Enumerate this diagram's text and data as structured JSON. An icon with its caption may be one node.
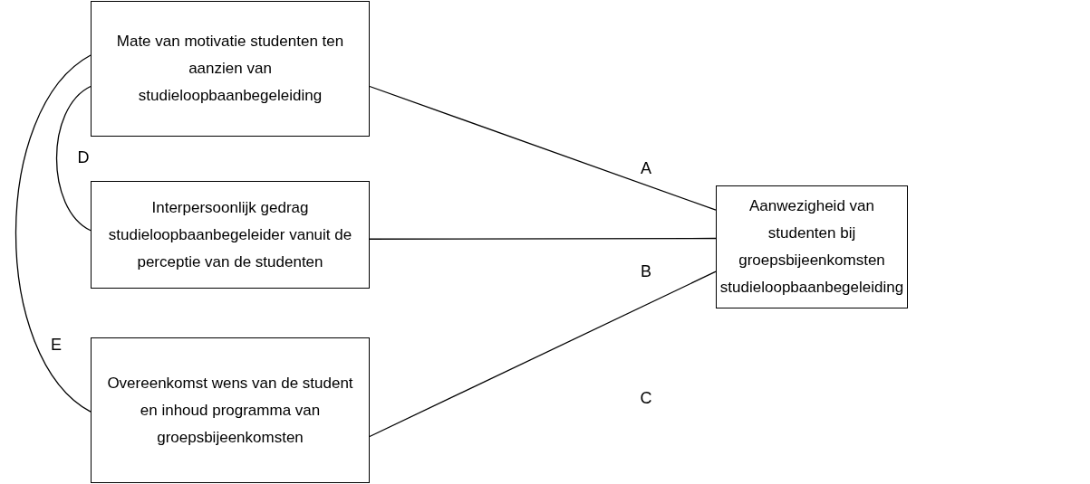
{
  "diagram": {
    "nodes": [
      {
        "text": [
          "Mate van motivatie studenten ten aanzien van studieloopbaanbegeleiding"
        ]
      },
      {
        "text": [
          "Interpersoonlijk gedrag studieloopbaanbegeleider vanuit de perceptie van de studenten"
        ]
      },
      {
        "text": [
          "Overeenkomst wens van de student en inhoud programma van groepsbijeenkomsten"
        ]
      },
      {
        "text": [
          "Aanwezigheid van studenten bij groepsbijeenkomsten studieloopbaanbegeleiding"
        ]
      }
    ],
    "edges": [
      {
        "from": 0,
        "to": 3,
        "arrow": "none",
        "label": "A"
      },
      {
        "from": 1,
        "to": 3,
        "arrow": "none",
        "label": "B"
      },
      {
        "from": 2,
        "to": 3,
        "arrow": "none",
        "label": "C"
      },
      {
        "from": 0,
        "to": 1,
        "arrow": "none",
        "label": "D"
      },
      {
        "from": 0,
        "to": 2,
        "arrow": "none",
        "label": "E"
      }
    ]
  }
}
